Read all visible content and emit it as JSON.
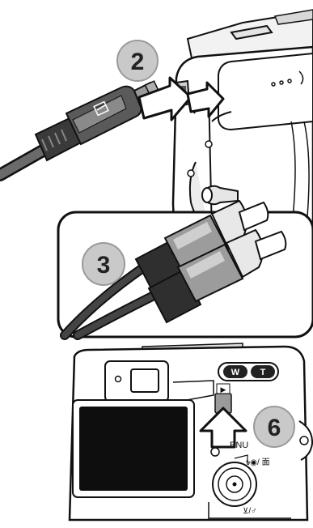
{
  "steps": {
    "step_2": "2",
    "step_3": "3",
    "step_6": "6"
  },
  "camera_back": {
    "zoom_wide_label": "W",
    "zoom_tele_label": "T",
    "menu_label": "ENU",
    "play_symbol": "▶",
    "flash_delete_label": "ϟ◉/ 面",
    "macro_selftimer_label": "⊻/♂"
  },
  "colors": {
    "ink": "#111111",
    "badge_fill": "#c9c9c9",
    "cable_dark": "#2a2a2a",
    "screen_black": "#0e0e0e"
  },
  "icons": {
    "usb_symbol": "usb-icon",
    "arrow": "arrow-icon"
  }
}
